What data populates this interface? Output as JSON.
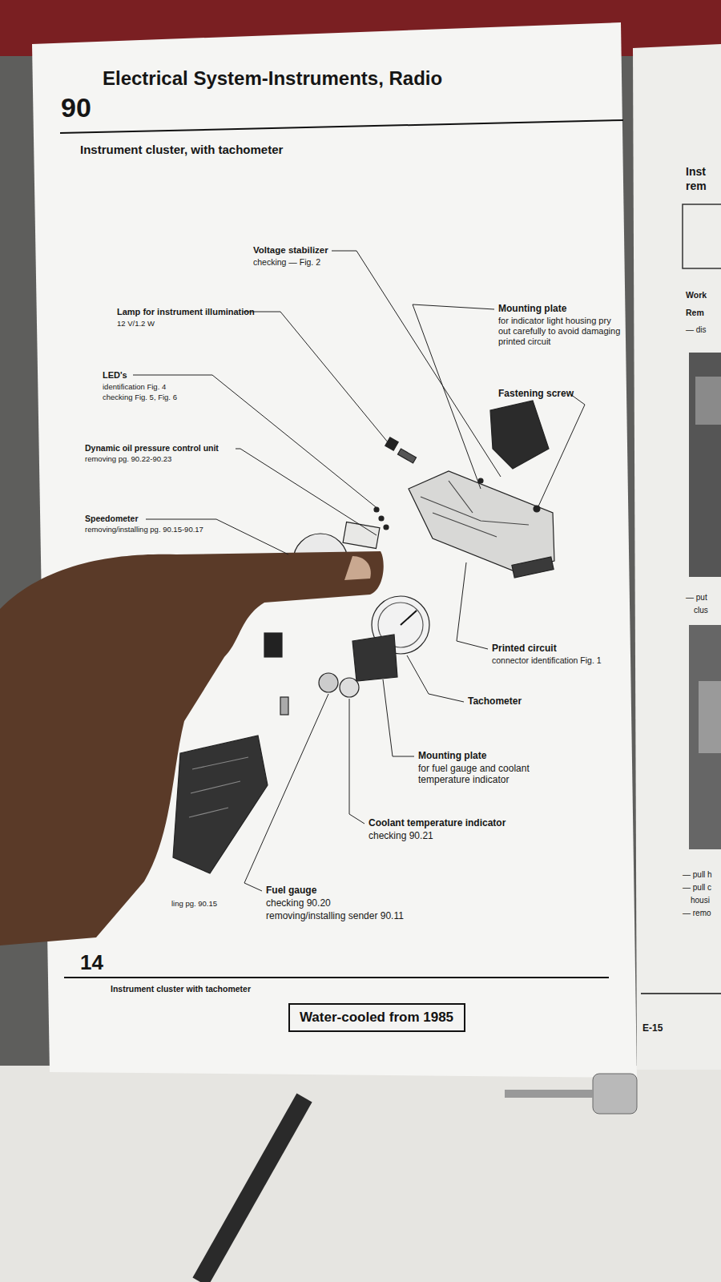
{
  "diagram": {
    "title": "Electrical System-Instruments, Radio",
    "nodes": [
      {
        "text": [
          "Water-cooled from 1985"
        ]
      }
    ],
    "labels": [
      "90",
      "Instrument cluster, with tachometer",
      "Voltage stabilizer",
      "checking — Fig. 2",
      "Lamp for instrument illumination",
      "12 V/1.2 W",
      "LED's",
      "identification Fig. 4",
      "checking Fig. 5, Fig. 6",
      "Dynamic oil pressure control unit",
      "removing pg. 90.22-90.23",
      "Speedometer",
      "removing/installing pg. 90.15-90.17",
      "Mounting plate",
      "for indicator light housing pry out carefully to avoid damaging printed circuit",
      "Fastening screw",
      "Printed circuit",
      "connector identification Fig. 1",
      "Tachometer",
      "Mounting plate",
      "for fuel gauge and coolant temperature indicator",
      "Coolant temperature indicator",
      "checking 90.21",
      "Fuel gauge",
      "checking 90.20",
      "removing/installing sender 90.11",
      "ling pg. 90.15",
      "14",
      "Instrument cluster with tachometer",
      "Inst",
      "rem",
      "Work",
      "Rem",
      "— dis",
      "— put",
      "clus",
      "— pull h",
      "— pull c",
      "housi",
      "— remo",
      "E-15"
    ]
  }
}
